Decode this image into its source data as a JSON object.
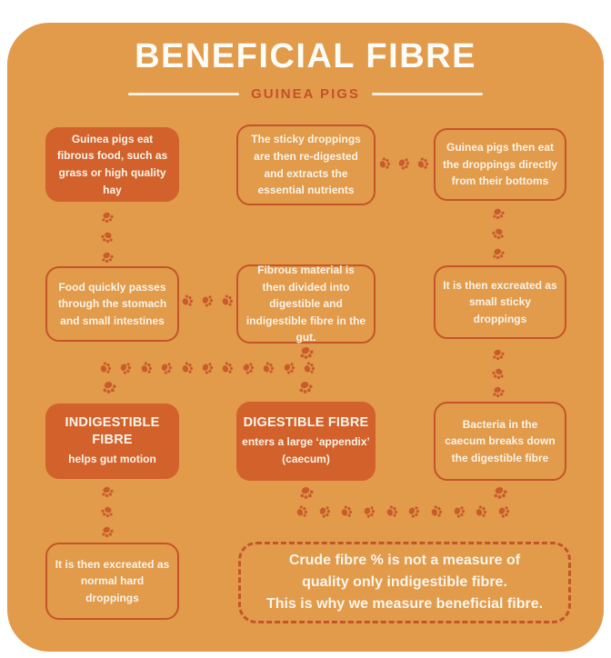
{
  "header": {
    "title": "BENEFICIAL FIBRE",
    "subtitle": "GUINEA PIGS"
  },
  "boxes": [
    {
      "id": "eat-fibrous-food",
      "style": "filled",
      "text": "Guinea pigs eat fibrous food, such as grass or high quality hay"
    },
    {
      "id": "sticky-droppings-redigested",
      "style": "outlined",
      "text": "The sticky droppings are then re-digested and extracts the essential nutrients"
    },
    {
      "id": "eat-droppings-directly",
      "style": "outlined",
      "text": "Guinea pigs then eat the droppings directly from their bottoms"
    },
    {
      "id": "food-passes-stomach",
      "style": "outlined",
      "text": "Food quickly passes through the stomach and small intestines"
    },
    {
      "id": "fibrous-material-divided",
      "style": "outlined",
      "text": "Fibrous material is then divided into digestible and indigestible fibre in the gut."
    },
    {
      "id": "excreted-small-sticky",
      "style": "outlined",
      "text": "It is then excreated as small sticky droppings"
    },
    {
      "id": "indigestible-fibre",
      "style": "filled",
      "heading": "INDIGESTIBLE FIBRE",
      "text": "helps gut motion"
    },
    {
      "id": "digestible-fibre",
      "style": "filled",
      "heading": "DIGESTIBLE FIBRE",
      "text": "enters a large ‘appendix’ (caecum)"
    },
    {
      "id": "bacteria-caecum",
      "style": "outlined",
      "text": "Bacteria in the caecum breaks down the digestible fibre"
    },
    {
      "id": "excreted-normal-hard",
      "style": "outlined",
      "text": "It is then excreated as normal hard droppings"
    }
  ],
  "note": {
    "lines": [
      "Crude fibre % is not a measure of",
      "quality only indigestible fibre.",
      "This is why we measure beneficial fibre."
    ]
  },
  "icons": {
    "paw": "paw-print-icon"
  },
  "colors": {
    "card_background": "#E29A4B",
    "box_fill": "#D2612C",
    "box_outline": "#C4552A",
    "paw_print": "#C85C2B",
    "subtitle_text": "#C4512A",
    "title_text": "#FDFCF6",
    "body_text": "#FAF4E8"
  }
}
